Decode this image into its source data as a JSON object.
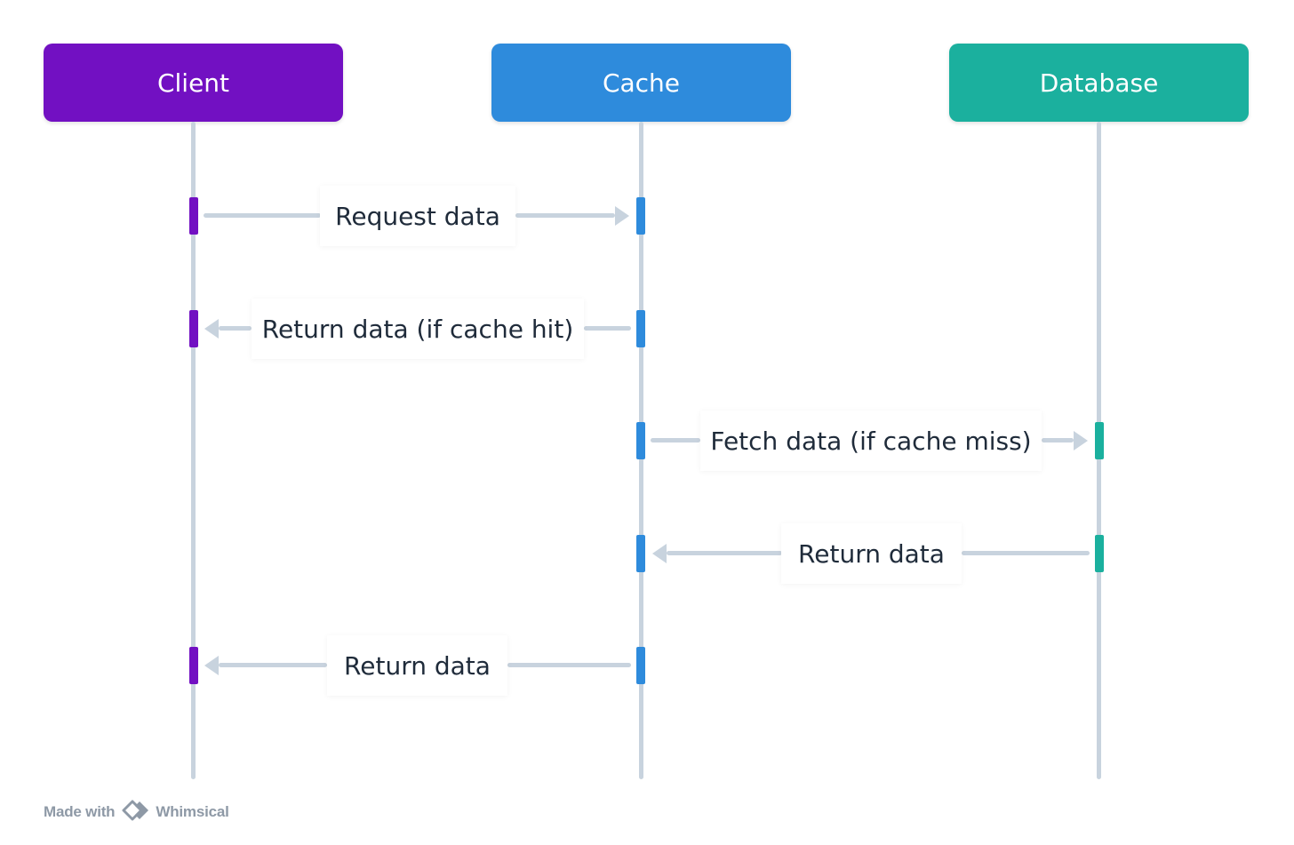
{
  "actors": {
    "client": {
      "label": "Client",
      "color": "#7210c2"
    },
    "cache": {
      "label": "Cache",
      "color": "#2e8bdc"
    },
    "database": {
      "label": "Database",
      "color": "#1bb09e"
    }
  },
  "messages": [
    {
      "label": "Request data",
      "from": "Client",
      "to": "Cache"
    },
    {
      "label": "Return data (if cache hit)",
      "from": "Cache",
      "to": "Client"
    },
    {
      "label": "Fetch data (if cache miss)",
      "from": "Cache",
      "to": "Database"
    },
    {
      "label": "Return data",
      "from": "Database",
      "to": "Cache"
    },
    {
      "label": "Return data",
      "from": "Cache",
      "to": "Client"
    }
  ],
  "colors": {
    "lifeline": "#c8d3de",
    "text": "#1f2b3a",
    "footer": "#8e99a6"
  },
  "footer": {
    "made_with": "Made with",
    "brand": "Whimsical",
    "logo_icon": "whimsical-logo-icon"
  }
}
